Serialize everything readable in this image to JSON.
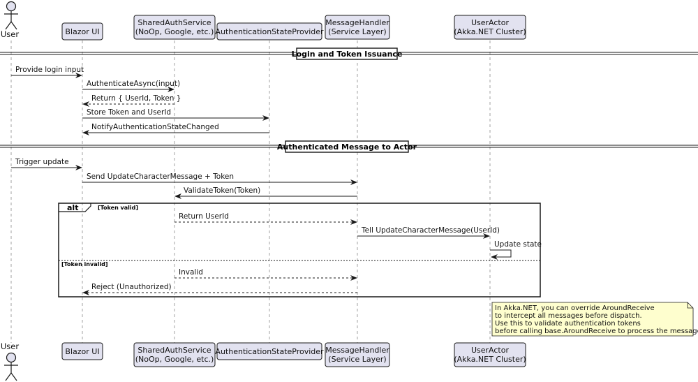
{
  "participants": [
    {
      "id": "user",
      "kind": "actor",
      "label": [
        "User"
      ]
    },
    {
      "id": "ui",
      "kind": "box",
      "label": [
        "Blazor UI"
      ]
    },
    {
      "id": "auth",
      "kind": "box",
      "label": [
        "SharedAuthService",
        "(NoOp, Google, etc.)"
      ]
    },
    {
      "id": "asp",
      "kind": "box",
      "label": [
        "AuthenticationStateProvider"
      ]
    },
    {
      "id": "mh",
      "kind": "box",
      "label": [
        "MessageHandler",
        "(Service Layer)"
      ]
    },
    {
      "id": "actor",
      "kind": "box",
      "label": [
        "UserActor",
        "(Akka.NET Cluster)"
      ]
    }
  ],
  "dividers": [
    {
      "label": "Login and Token Issuance"
    },
    {
      "label": "Authenticated Message to Actor"
    }
  ],
  "messages": [
    {
      "from": "user",
      "to": "ui",
      "label": "Provide login input",
      "style": "solid"
    },
    {
      "from": "ui",
      "to": "auth",
      "label": "AuthenticateAsync(input)",
      "style": "solid"
    },
    {
      "from": "auth",
      "to": "ui",
      "label": "Return { UserId, Token }",
      "style": "dashed"
    },
    {
      "from": "ui",
      "to": "asp",
      "label": "Store Token and UserId",
      "style": "solid"
    },
    {
      "from": "asp",
      "to": "ui",
      "label": "NotifyAuthenticationStateChanged",
      "style": "solid"
    },
    {
      "from": "user",
      "to": "ui",
      "label": "Trigger update",
      "style": "solid"
    },
    {
      "from": "ui",
      "to": "mh",
      "label": "Send UpdateCharacterMessage + Token",
      "style": "solid"
    },
    {
      "from": "mh",
      "to": "auth",
      "label": "ValidateToken(Token)",
      "style": "solid"
    },
    {
      "from": "auth",
      "to": "mh",
      "label": "Return UserId",
      "style": "dashed"
    },
    {
      "from": "mh",
      "to": "actor",
      "label": "Tell UpdateCharacterMessage(UserId)",
      "style": "solid"
    },
    {
      "from": "actor",
      "to": "actor",
      "label": "Update state",
      "style": "solid"
    },
    {
      "from": "auth",
      "to": "mh",
      "label": "Invalid",
      "style": "dashed"
    },
    {
      "from": "mh",
      "to": "ui",
      "label": "Reject (Unauthorized)",
      "style": "dashed"
    }
  ],
  "alt_frame": {
    "keyword": "alt",
    "guards": [
      "[Token valid]",
      "[Token invalid]"
    ]
  },
  "note": {
    "lines": [
      "In Akka.NET, you can override AroundReceive",
      "to intercept all messages before dispatch.",
      "Use this to validate authentication tokens",
      "before calling base.AroundReceive to process the message."
    ]
  },
  "colors": {
    "participant_fill": "#e2e2f0",
    "participant_stroke": "#181818",
    "lifeline": "#a0a0a0",
    "note_fill": "#fefece",
    "line": "#181818"
  }
}
